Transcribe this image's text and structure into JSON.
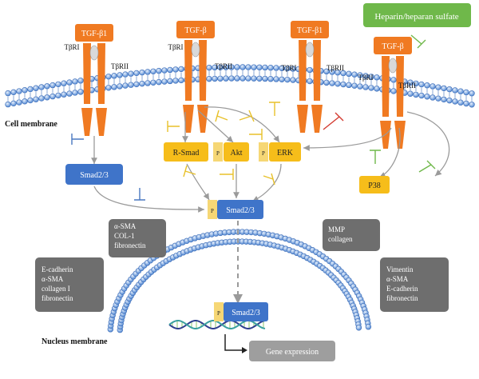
{
  "receptors": {
    "r1": {
      "ligand": "TGF-β1",
      "typeI": "TβRI",
      "typeII": "TβRII"
    },
    "r2": {
      "ligand": "TGF-β",
      "typeI": "TβRI",
      "typeII": "TβRII"
    },
    "r3": {
      "ligand": "TGF-β1",
      "typeI": "TβRI",
      "typeII": "TβRII"
    },
    "r4": {
      "ligand": "TGF-β",
      "typeI": "TβRI",
      "typeII": "TβRII"
    }
  },
  "heparin_label": "Heparin/heparan sulfate",
  "cell_membrane_label": "Cell membrane",
  "nucleus_membrane_label": "Nucleus membrane",
  "signals": {
    "smad23_left": "Smad2/3",
    "rsmad": "R-Smad",
    "akt": "Akt",
    "erk": "ERK",
    "p38": "P38",
    "smad23_center": "Smad2/3",
    "smad23_nucleus": "Smad2/3",
    "phospho": "P"
  },
  "boxes": {
    "sma_col": [
      "α-SMA",
      "COL-1",
      "fibronectin"
    ],
    "mmp": [
      "MMP",
      "collagen"
    ],
    "ecad": [
      "E-cadherin",
      "α-SMA",
      "collagen I",
      "fibronectin"
    ],
    "vim": [
      "Vimentin",
      "α-SMA",
      "E-cadherin",
      "fibronectin"
    ]
  },
  "gene_expression": "Gene expression",
  "colors": {
    "receptor": "#f07a22",
    "ligand_box": "#f07a22",
    "membrane": "#5b8fd6",
    "smad_blue": "#3f74c9",
    "signal_yellow": "#f6bd1a",
    "gray_box": "#6e6e6e",
    "green": "#6fb84a",
    "inhibit_red": "#d33a2f",
    "inhibit_yellow": "#e8c12a",
    "inhibit_blue": "#4a78c0",
    "arrow_gray": "#9a9a9a"
  }
}
